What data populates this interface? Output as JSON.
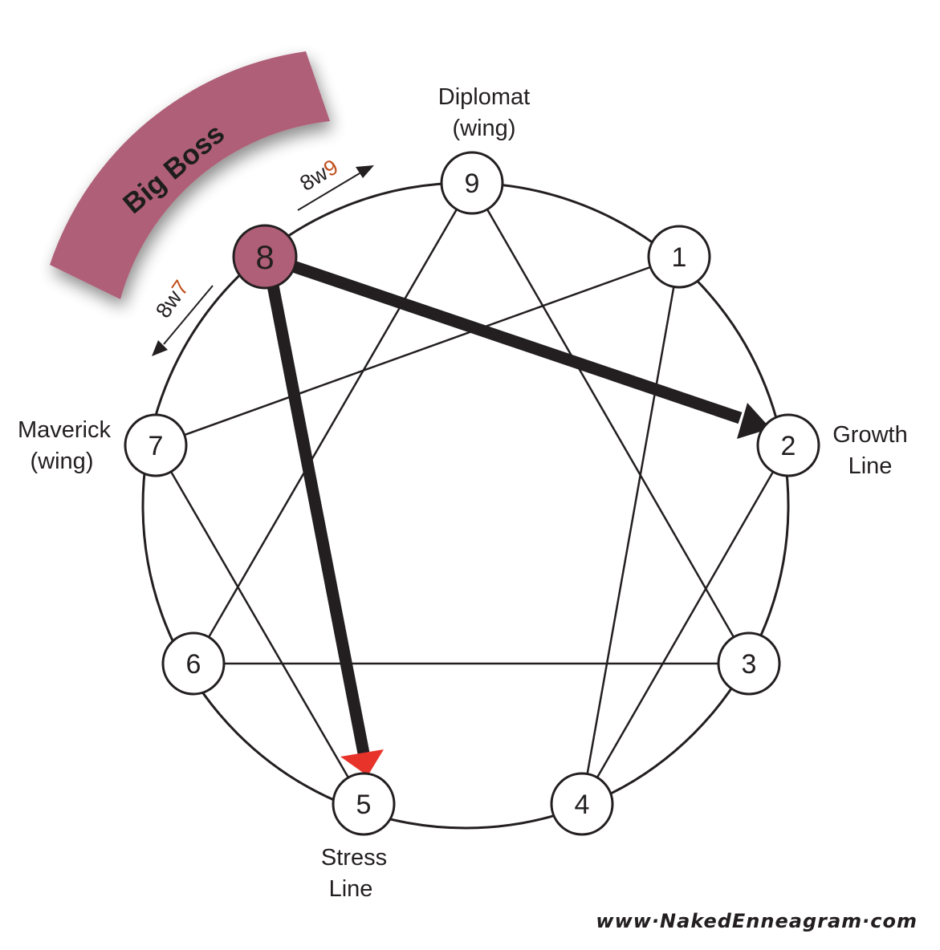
{
  "band": {
    "label": "Big Boss",
    "color": "#af5f78"
  },
  "nodes": [
    {
      "id": "9",
      "label": "9"
    },
    {
      "id": "1",
      "label": "1"
    },
    {
      "id": "2",
      "label": "2"
    },
    {
      "id": "3",
      "label": "3"
    },
    {
      "id": "4",
      "label": "4"
    },
    {
      "id": "5",
      "label": "5"
    },
    {
      "id": "6",
      "label": "6"
    },
    {
      "id": "7",
      "label": "7"
    },
    {
      "id": "8",
      "label": "8",
      "color": "#af5f78"
    }
  ],
  "labels": {
    "diplomat_line1": "Diplomat",
    "diplomat_line2": "(wing)",
    "maverick_line1": "Maverick",
    "maverick_line2": "(wing)",
    "growth_line1": "Growth",
    "growth_line2": "Line",
    "stress_line1": "Stress",
    "stress_line2": "Line"
  },
  "wings": {
    "w9_prefix": "8w",
    "w9_digit": "9",
    "w7_prefix": "8w",
    "w7_digit": "7",
    "digit_color": "#c0501e"
  },
  "arrow_colors": {
    "stress_head": "#e8332b"
  },
  "footer": "www·NakedEnneagram·com"
}
